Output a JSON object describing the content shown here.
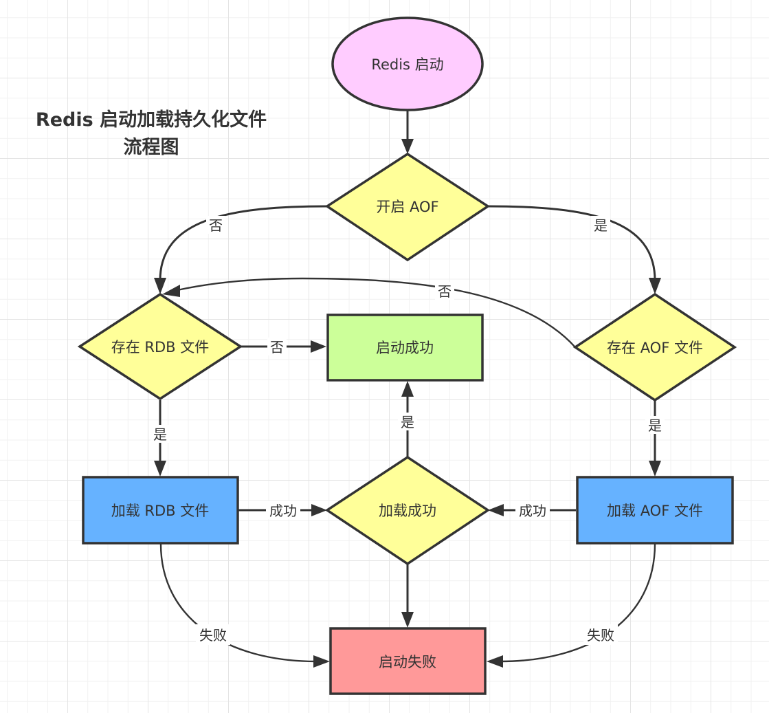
{
  "title": {
    "line1": "Redis 启动加载持久化文件",
    "line2": "流程图"
  },
  "colors": {
    "start": "#ffccff",
    "decision": "#ffff99",
    "success": "#ccff99",
    "process": "#66b2ff",
    "failure": "#ff9999",
    "stroke": "#333333"
  },
  "nodes": {
    "start": "Redis 启动",
    "aof_enabled": "开启 AOF",
    "rdb_exists": "存在 RDB 文件",
    "aof_exists": "存在 AOF 文件",
    "startup_success": "启动成功",
    "load_rdb": "加载 RDB 文件",
    "load_aof": "加载 AOF 文件",
    "load_success": "加载成功",
    "startup_failure": "启动失败"
  },
  "edge_labels": {
    "aof_no": "否",
    "aof_yes": "是",
    "aof_file_no": "否",
    "rdb_file_no": "否",
    "rdb_file_yes": "是",
    "aof_file_yes": "是",
    "load_ok_yes": "是",
    "rdb_load_ok": "成功",
    "aof_load_ok": "成功",
    "rdb_load_fail": "失败",
    "aof_load_fail": "失败"
  }
}
